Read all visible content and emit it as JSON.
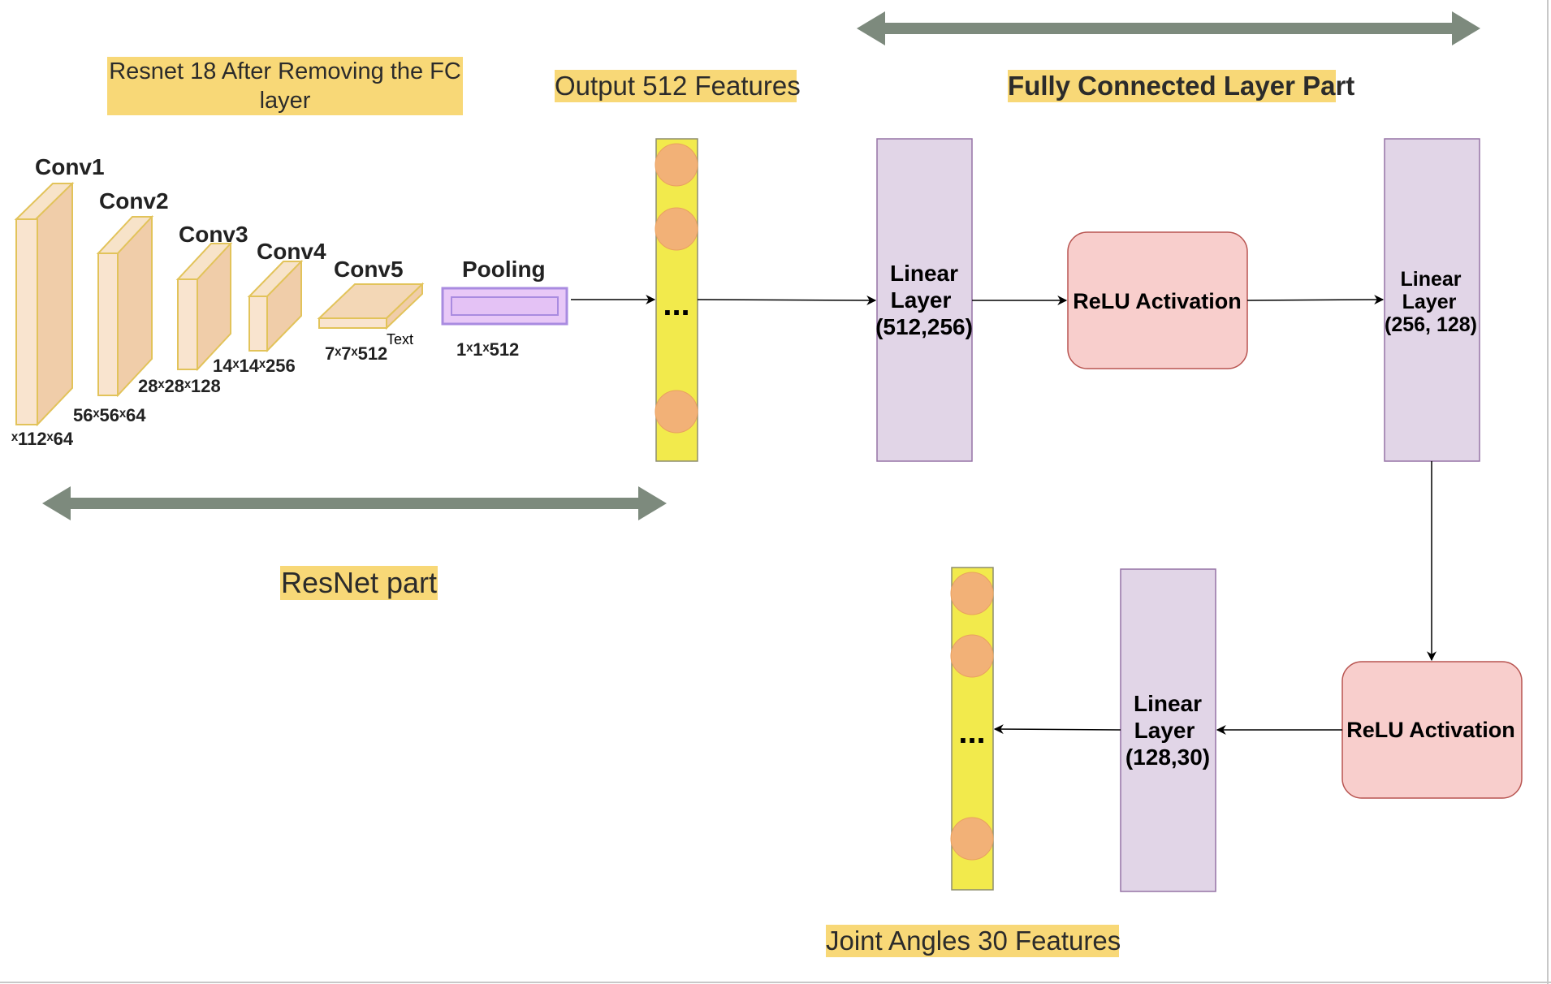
{
  "labels": {
    "resnet_title": "Resnet 18 After Removing the FC layer",
    "output_features": "Output 512 Features",
    "fc_part": "Fully Connected Layer Part",
    "resnet_part": "ResNet part",
    "joint_angles": "Joint Angles 30 Features"
  },
  "resnet": {
    "conv1": {
      "name": "Conv1",
      "dims": "ˣ112ˣ64"
    },
    "conv2": {
      "name": "Conv2",
      "dims": "56ˣ56ˣ64"
    },
    "conv3": {
      "name": "Conv3",
      "dims": "28ˣ28ˣ128"
    },
    "conv4": {
      "name": "Conv4",
      "dims": "14ˣ14ˣ256"
    },
    "conv5": {
      "name": "Conv5",
      "dims": "7ˣ7ˣ512"
    },
    "pooling": {
      "name": "Pooling",
      "dims": "1ˣ1ˣ512"
    },
    "stray_text": "Text"
  },
  "fc": {
    "linear1": [
      "Linear",
      "Layer",
      "(512,256)"
    ],
    "relu1": "ReLU Activation",
    "linear2": [
      "Linear",
      "Layer",
      "(256, 128)"
    ],
    "relu2": "ReLU Activation",
    "linear3": [
      "Linear",
      "Layer",
      "(128,30)"
    ]
  },
  "feature_vectors": {
    "output_dots": "...",
    "joint_dots": "..."
  },
  "colors": {
    "highlight": "#f8d877",
    "arrow_gray": "#7d8a7d",
    "linear_fill": "#e1d5e7",
    "linear_stroke": "#9673a6",
    "relu_fill": "#f8cecc",
    "relu_stroke": "#b85450",
    "vector_fill": "#f2ea4c",
    "node_fill": "#f2b177",
    "block_fill": "#f5dcc4",
    "block_stroke": "#e2c35a",
    "pool_fill": "#e8c8f7",
    "pool_stroke": "#a98be0"
  }
}
